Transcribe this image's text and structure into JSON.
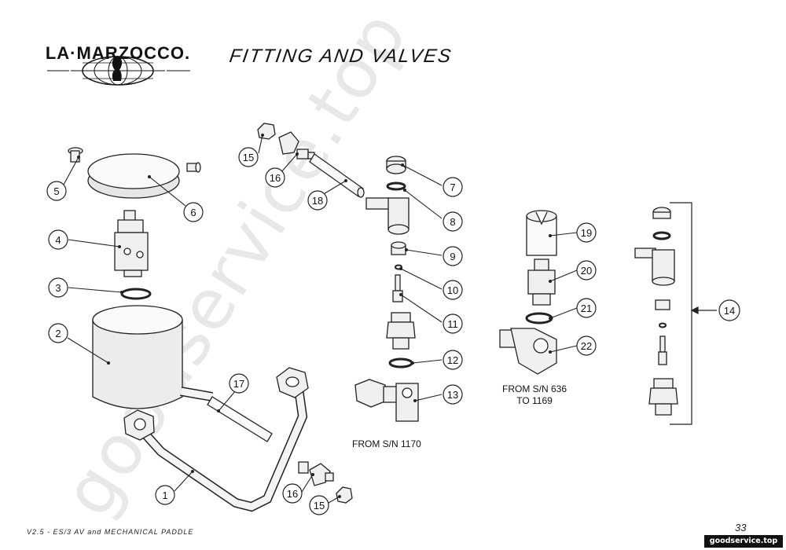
{
  "header": {
    "brand": "LA·MARZOCCO.",
    "title": "FITTING AND VALVES"
  },
  "notes": {
    "from_sn_1170": "FROM S/N 1170",
    "from_sn_636_line1": "FROM S/N 636",
    "from_sn_636_line2": "TO 1169"
  },
  "callouts": [
    "1",
    "2",
    "3",
    "4",
    "5",
    "6",
    "7",
    "8",
    "9",
    "10",
    "11",
    "12",
    "13",
    "14",
    "15",
    "16",
    "17",
    "18",
    "19",
    "20",
    "21",
    "22"
  ],
  "footer": {
    "model": "V2.5 - ES/3 AV and MECHANICAL PADDLE",
    "page_number": "33",
    "site": "goodservice.top"
  },
  "watermark": "goodservice.top"
}
